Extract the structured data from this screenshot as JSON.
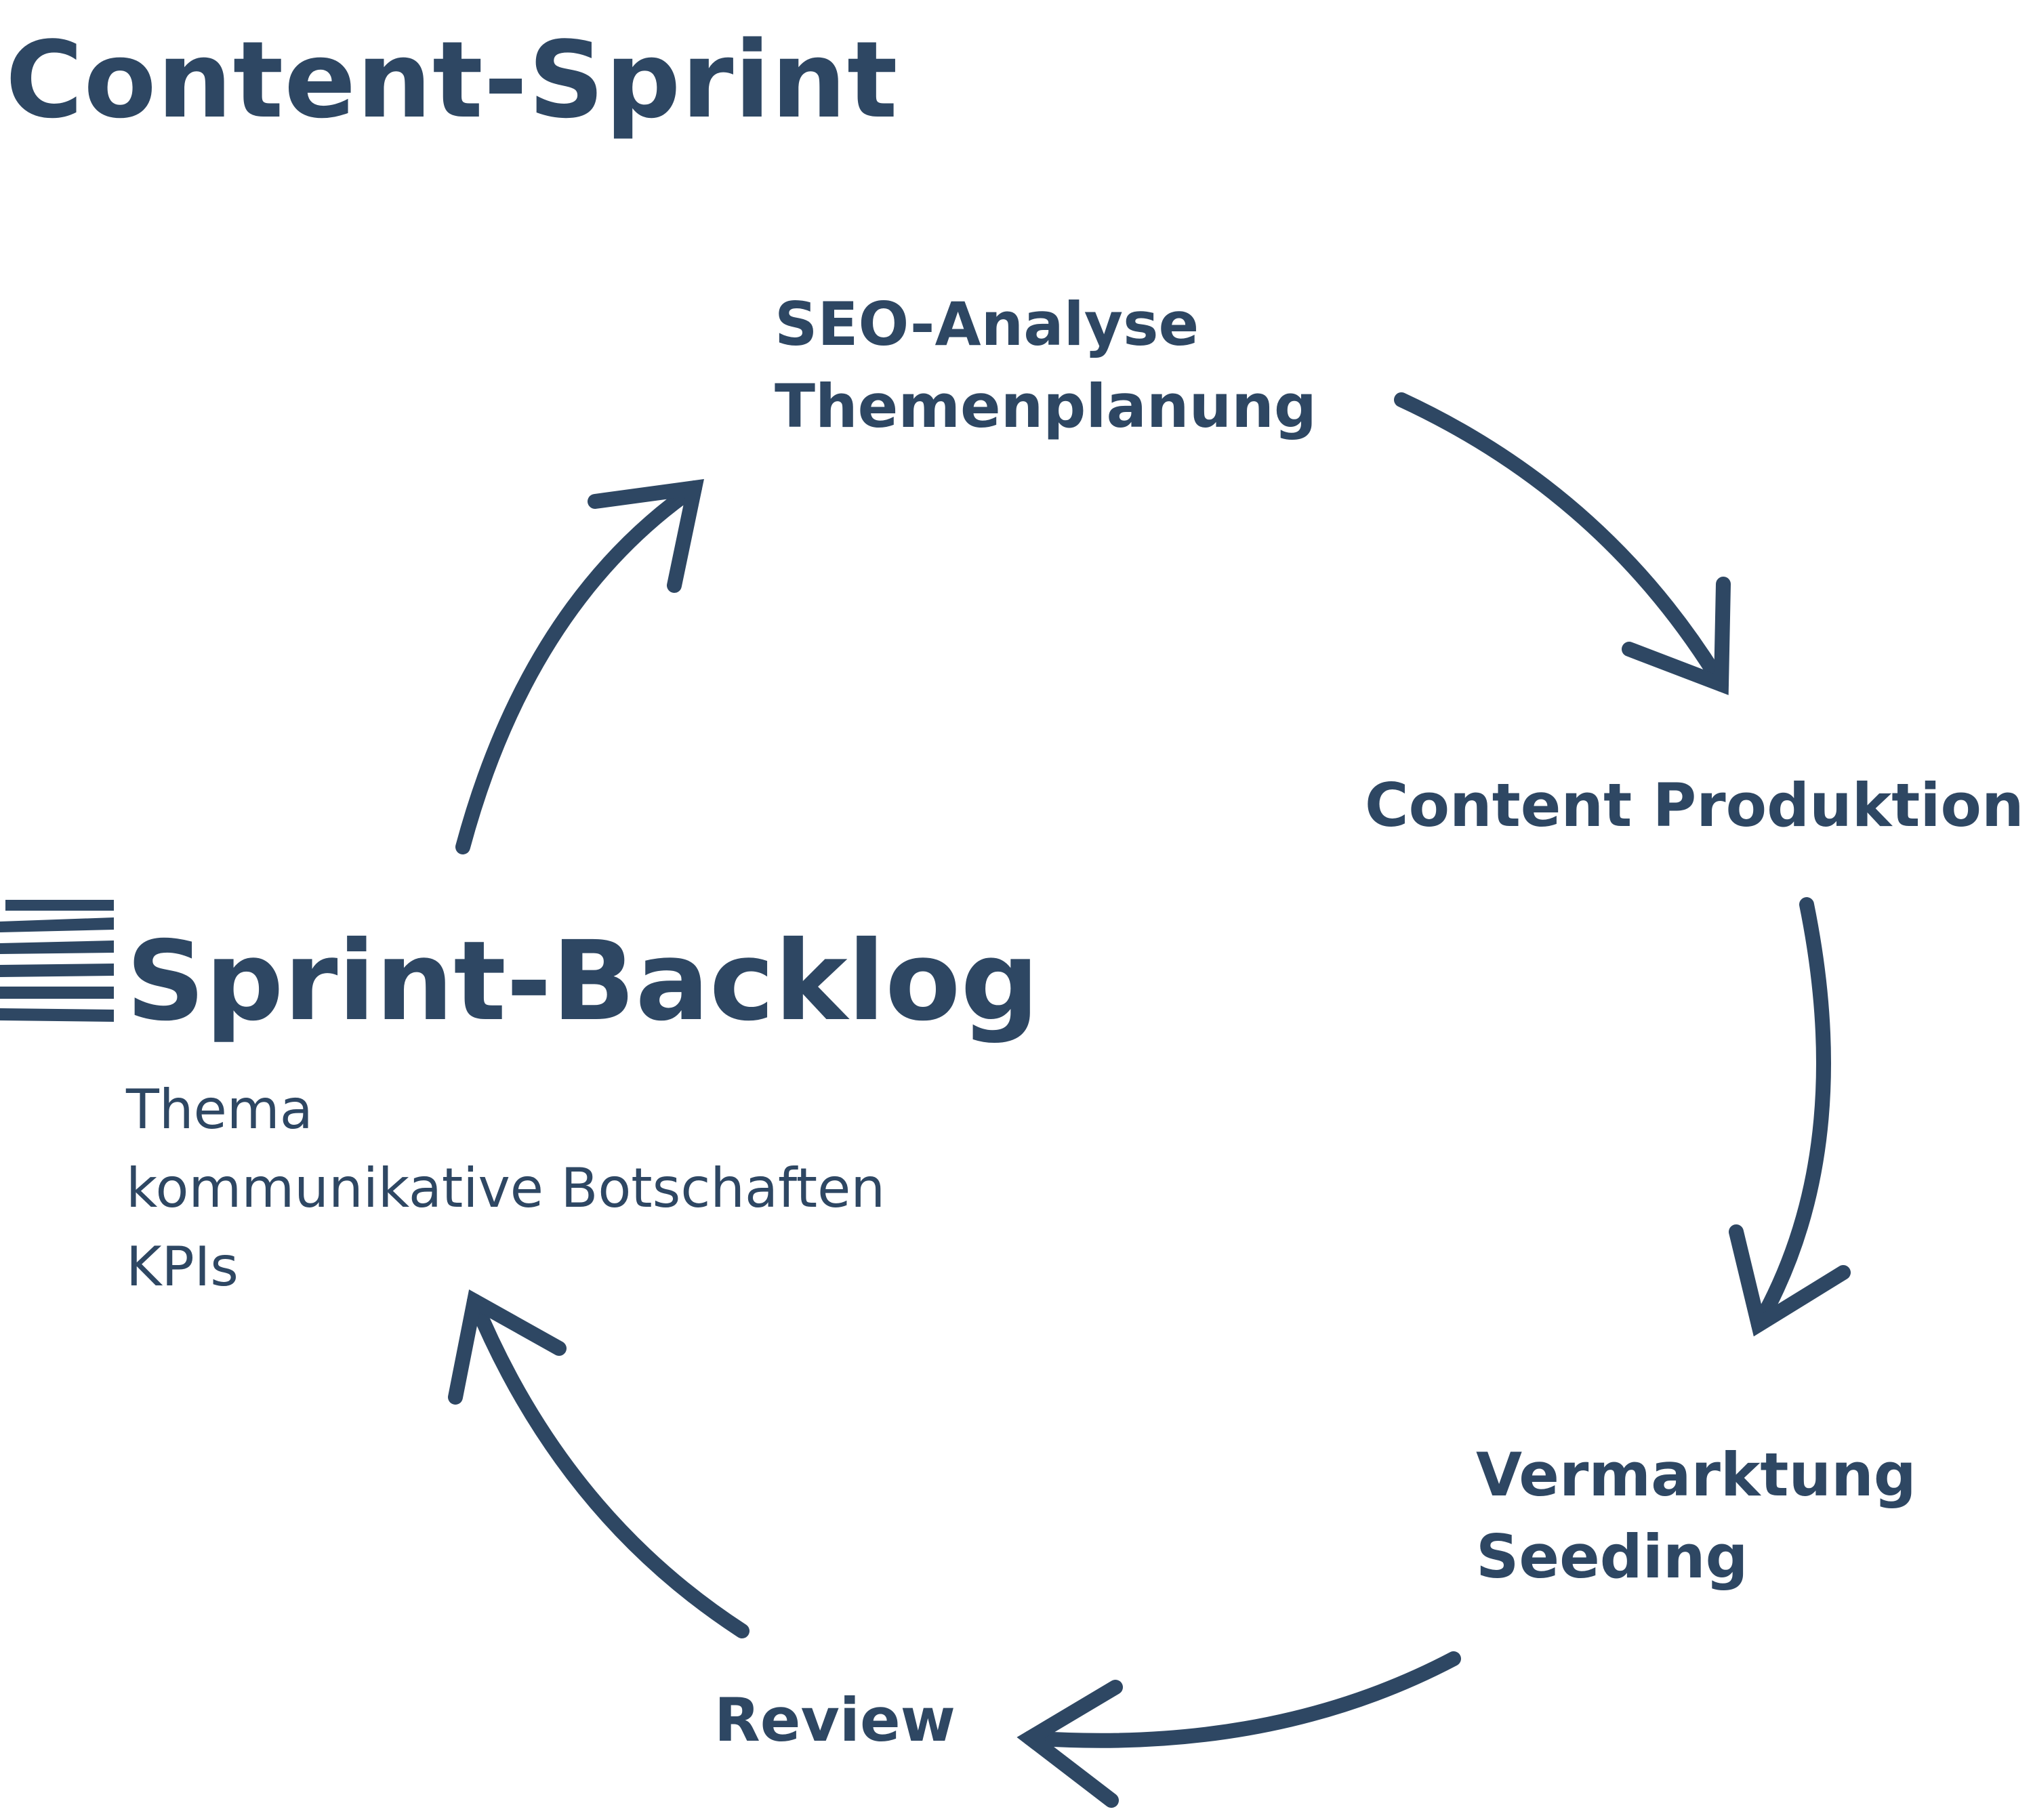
{
  "title": "Content-Sprint",
  "colors": {
    "primary": "#2e4763",
    "background": "#ffffff"
  },
  "steps": {
    "seo": {
      "lines": [
        "SEO-Analyse",
        "Themenplanung"
      ]
    },
    "content": {
      "lines": [
        "Content Produktion"
      ]
    },
    "vermarktung": {
      "lines": [
        "Vermarktung",
        "Seeding"
      ]
    },
    "review": {
      "lines": [
        "Review"
      ]
    }
  },
  "backlog": {
    "icon": "stacked-layers-icon",
    "title": "Sprint-Backlog",
    "items": [
      "Thema",
      "kommunikative Botschaften",
      "KPIs"
    ]
  },
  "cycle_arrows": [
    {
      "from": "Sprint-Backlog",
      "to": "SEO-Analyse"
    },
    {
      "from": "SEO-Analyse",
      "to": "Content Produktion"
    },
    {
      "from": "Content Produktion",
      "to": "Vermarktung"
    },
    {
      "from": "Vermarktung",
      "to": "Review"
    },
    {
      "from": "Review",
      "to": "Sprint-Backlog"
    }
  ]
}
